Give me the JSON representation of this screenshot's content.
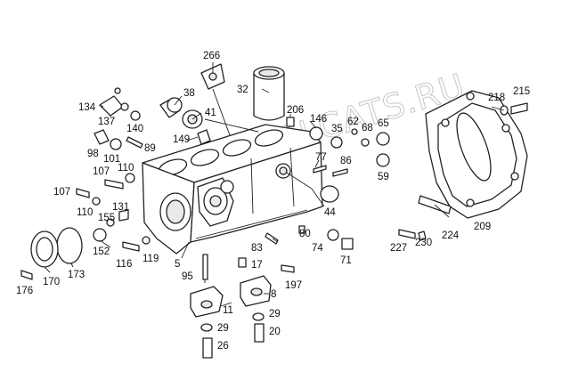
{
  "watermark": "WWW.ELCATS.RU",
  "callouts": [
    "266",
    "32",
    "134",
    "38",
    "41",
    "206",
    "146",
    "62",
    "68",
    "65",
    "218",
    "215",
    "137",
    "140",
    "35",
    "149",
    "98",
    "89",
    "101",
    "77",
    "86",
    "107",
    "110",
    "59",
    "107",
    "110",
    "131",
    "155",
    "44",
    "80",
    "224",
    "209",
    "152",
    "173",
    "116",
    "119",
    "83",
    "74",
    "71",
    "227",
    "230",
    "5",
    "17",
    "176",
    "170",
    "95",
    "197",
    "8",
    "11",
    "29",
    "29",
    "20",
    "26"
  ]
}
